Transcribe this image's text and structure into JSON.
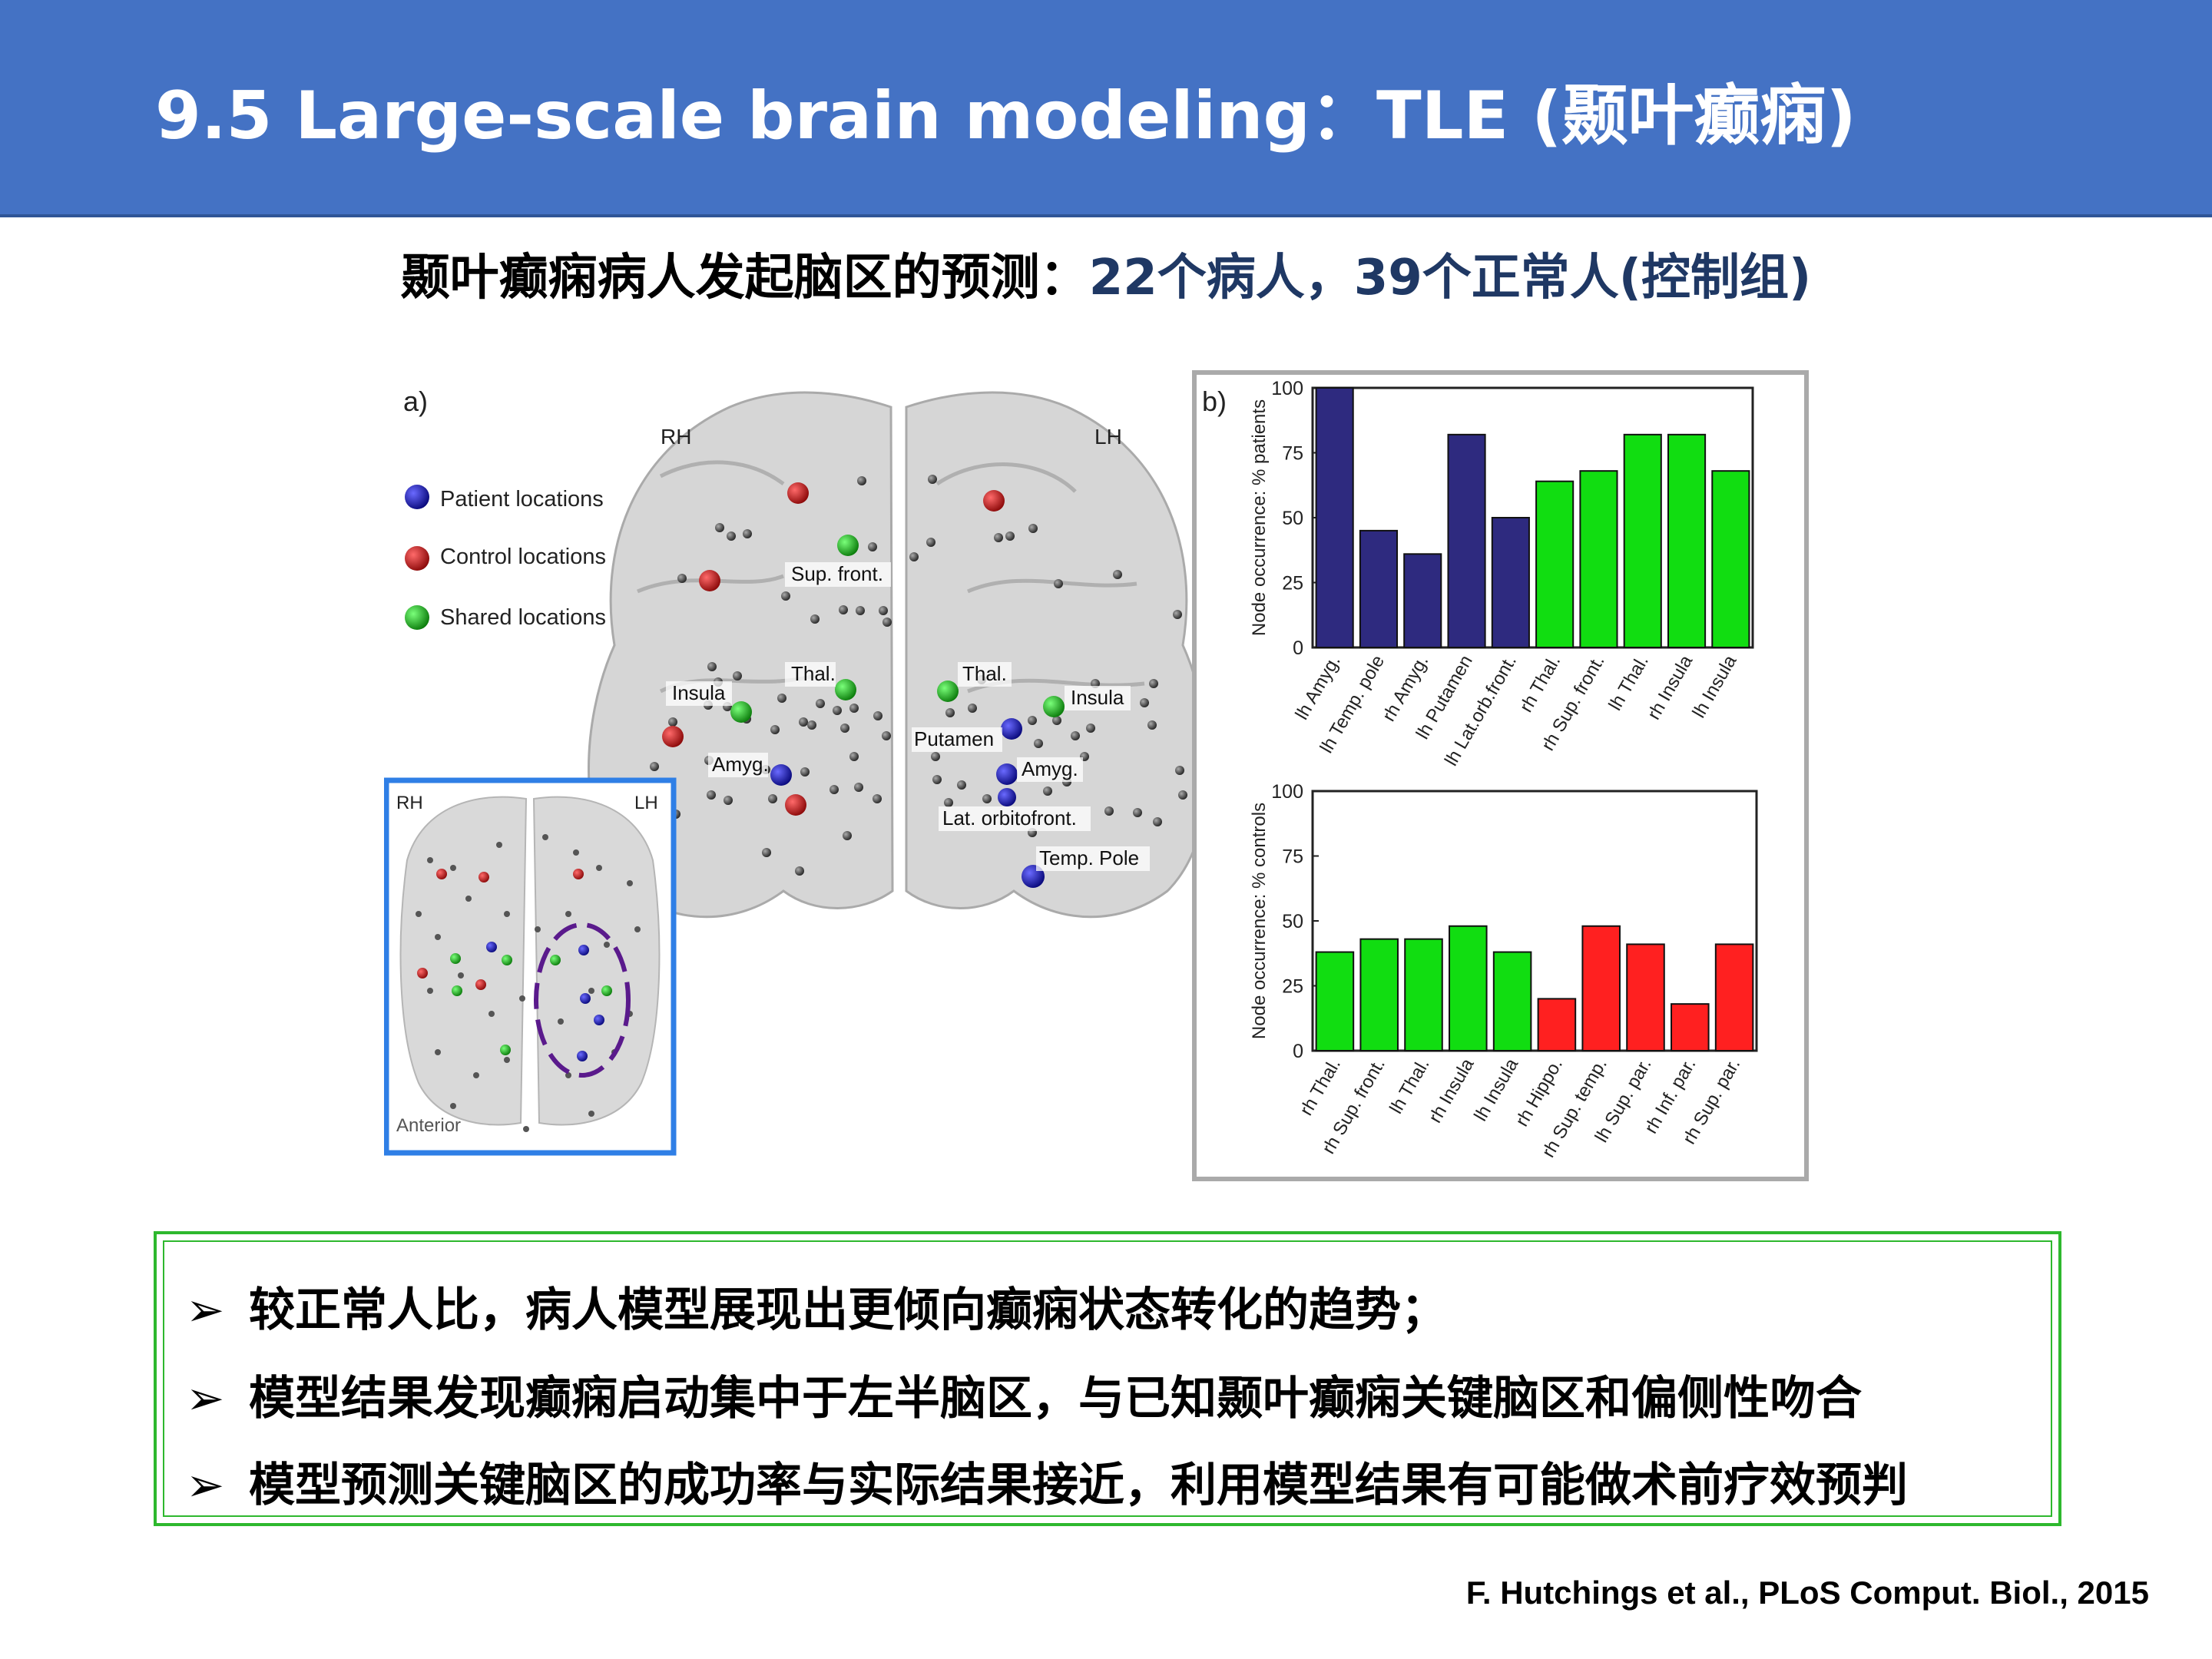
{
  "header": {
    "title": "9.5 Large-scale brain modeling：TLE (颞叶癫痫)"
  },
  "subtitle": {
    "part1": "颞叶癫痫病人发起脑区的预测：",
    "part2": "22个病人，39个正常人(控制组)"
  },
  "brain_panel": {
    "panel_label": "a)",
    "hemisphere_right": "RH",
    "hemisphere_left": "LH",
    "legend": [
      {
        "label": "Patient locations",
        "color": "#1a1aa0"
      },
      {
        "label": "Control locations",
        "color": "#cc2222"
      },
      {
        "label": "Shared locations",
        "color": "#22aa22"
      }
    ],
    "region_labels": [
      "Sup. front.",
      "Thal.",
      "Thal.",
      "Insula",
      "Insula",
      "Putamen",
      "Amyg.",
      "Amyg.",
      "Lat. orbitofront.",
      "Temp. Pole"
    ],
    "inset": {
      "rh": "RH",
      "lh": "LH",
      "anterior": "Anterior"
    }
  },
  "chart_data": [
    {
      "type": "bar",
      "panel_label": "b)",
      "categories": [
        "lh Amyg.",
        "lh Temp. pole",
        "rh Amyg.",
        "lh Putamen",
        "lh Lat.orb.front.",
        "rh Thal.",
        "rh Sup. front.",
        "lh Thal.",
        "rh Insula",
        "lh Insula"
      ],
      "values": [
        100,
        45,
        36,
        82,
        50,
        64,
        68,
        82,
        82,
        68
      ],
      "colors": [
        "#2e2a7f",
        "#2e2a7f",
        "#2e2a7f",
        "#2e2a7f",
        "#2e2a7f",
        "#11dd11",
        "#11dd11",
        "#11dd11",
        "#11dd11",
        "#11dd11"
      ],
      "ylabel": "Node occurrence: % patients",
      "yticks": [
        0,
        25,
        50,
        75,
        100
      ],
      "ylim": [
        0,
        100
      ]
    },
    {
      "type": "bar",
      "categories": [
        "rh Thal.",
        "rh Sup. front.",
        "lh Thal.",
        "rh Insula",
        "lh Insula",
        "rh Hippo.",
        "rh Sup. temp.",
        "lh Sup. par.",
        "rh Inf. par.",
        "rh Sup. par."
      ],
      "values": [
        38,
        43,
        43,
        48,
        38,
        20,
        48,
        41,
        18,
        41
      ],
      "colors": [
        "#11dd11",
        "#11dd11",
        "#11dd11",
        "#11dd11",
        "#11dd11",
        "#ff2020",
        "#ff2020",
        "#ff2020",
        "#ff2020",
        "#ff2020"
      ],
      "ylabel": "Node occurrence: % controls",
      "yticks": [
        0,
        25,
        50,
        75,
        100
      ],
      "ylim": [
        0,
        100
      ]
    }
  ],
  "bullets": [
    "较正常人比，病人模型展现出更倾向癫痫状态转化的趋势；",
    "模型结果发现癫痫启动集中于左半脑区，与已知颞叶癫痫关键脑区和偏侧性吻合",
    "模型预测关键脑区的成功率与实际结果接近，利用模型结果有可能做术前疗效预判"
  ],
  "bullet_marker": "➢",
  "citation": "F. Hutchings et al., PLoS Comput. Biol., 2015"
}
